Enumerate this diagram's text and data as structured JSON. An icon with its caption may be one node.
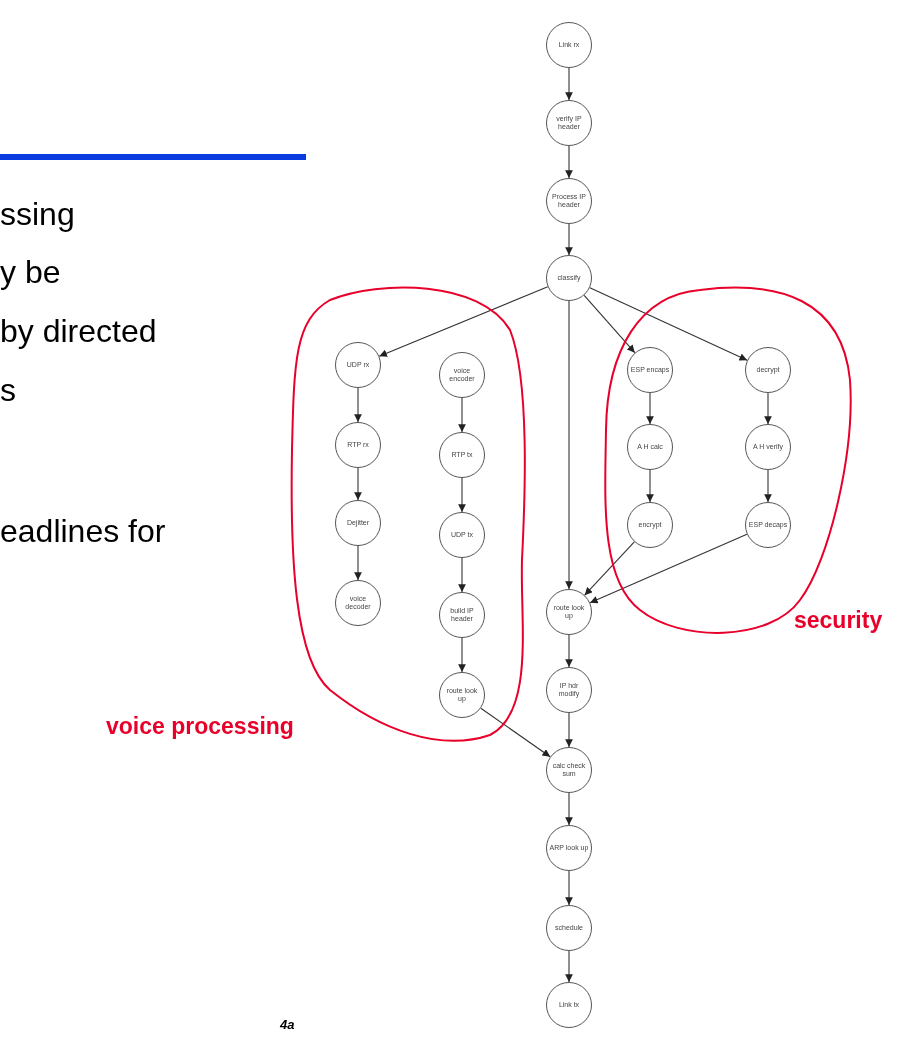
{
  "diagram": {
    "nodes": [
      {
        "text": [
          "Link rx"
        ]
      },
      {
        "text": [
          "verify IP header"
        ]
      },
      {
        "text": [
          "Process IP header"
        ]
      },
      {
        "text": [
          "classify"
        ]
      },
      {
        "text": [
          "voice processing"
        ]
      },
      {
        "text": [
          "UDP rx"
        ],
        "in": 4
      },
      {
        "text": [
          "voice encoder"
        ],
        "in": 4
      },
      {
        "text": [
          "RTP rx"
        ],
        "in": 4
      },
      {
        "text": [
          "RTP tx"
        ],
        "in": 4
      },
      {
        "text": [
          "Dejitter"
        ],
        "in": 4
      },
      {
        "text": [
          "UDP tx"
        ],
        "in": 4
      },
      {
        "text": [
          "voice decoder"
        ],
        "in": 4
      },
      {
        "text": [
          "build IP header"
        ],
        "in": 4
      },
      {
        "text": [
          "route look up"
        ],
        "in": 4
      },
      {
        "text": [
          "security"
        ]
      },
      {
        "text": [
          "ESP encaps"
        ],
        "in": 14
      },
      {
        "text": [
          "decrypt"
        ],
        "in": 14
      },
      {
        "text": [
          "A H calc"
        ],
        "in": 14
      },
      {
        "text": [
          "A H verify"
        ],
        "in": 14
      },
      {
        "text": [
          "encrypt"
        ],
        "in": 14
      },
      {
        "text": [
          "ESP decaps"
        ],
        "in": 14
      },
      {
        "text": [
          "route look up"
        ]
      },
      {
        "text": [
          "IP hdr modify"
        ]
      },
      {
        "text": [
          "calc check sum"
        ]
      },
      {
        "text": [
          "ARP look up"
        ]
      },
      {
        "text": [
          "schedule"
        ]
      },
      {
        "text": [
          "Link tx"
        ]
      }
    ],
    "edges": [
      {
        "from": 0,
        "to": 1,
        "arrow": "to"
      },
      {
        "from": 1,
        "to": 2,
        "arrow": "to"
      },
      {
        "from": 2,
        "to": 3,
        "arrow": "to"
      },
      {
        "from": 3,
        "to": 5,
        "arrow": "to"
      },
      {
        "from": 3,
        "to": 21,
        "arrow": "to"
      },
      {
        "from": 3,
        "to": 15,
        "arrow": "to"
      },
      {
        "from": 3,
        "to": 16,
        "arrow": "to"
      },
      {
        "from": 5,
        "to": 7,
        "arrow": "to"
      },
      {
        "from": 7,
        "to": 9,
        "arrow": "to"
      },
      {
        "from": 9,
        "to": 11,
        "arrow": "to"
      },
      {
        "from": 6,
        "to": 8,
        "arrow": "to"
      },
      {
        "from": 8,
        "to": 10,
        "arrow": "to"
      },
      {
        "from": 10,
        "to": 12,
        "arrow": "to"
      },
      {
        "from": 12,
        "to": 13,
        "arrow": "to"
      },
      {
        "from": 13,
        "to": 23,
        "arrow": "to"
      },
      {
        "from": 15,
        "to": 17,
        "arrow": "to"
      },
      {
        "from": 17,
        "to": 19,
        "arrow": "to"
      },
      {
        "from": 19,
        "to": 21,
        "arrow": "to"
      },
      {
        "from": 16,
        "to": 18,
        "arrow": "to"
      },
      {
        "from": 18,
        "to": 20,
        "arrow": "to"
      },
      {
        "from": 20,
        "to": 21,
        "arrow": "to"
      },
      {
        "from": 21,
        "to": 22,
        "arrow": "to"
      },
      {
        "from": 22,
        "to": 23,
        "arrow": "to"
      },
      {
        "from": 23,
        "to": 24,
        "arrow": "to"
      },
      {
        "from": 24,
        "to": 25,
        "arrow": "to"
      },
      {
        "from": 25,
        "to": 26,
        "arrow": "to"
      }
    ],
    "labels": [
      "ssing",
      "y be",
      "by directed",
      "s",
      "eadlines for",
      "4a"
    ]
  }
}
